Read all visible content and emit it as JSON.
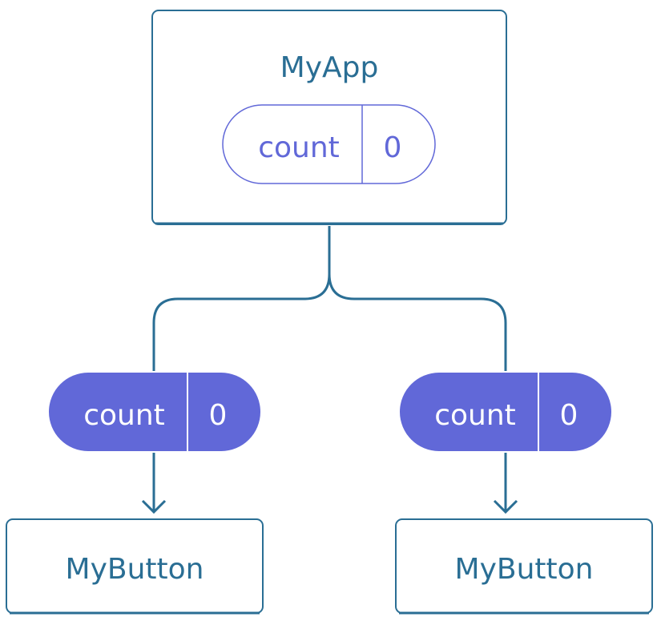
{
  "colors": {
    "primary": "#2a6e94",
    "accent": "#6168d8",
    "white": "#ffffff"
  },
  "parent": {
    "title": "MyApp",
    "state": {
      "label": "count",
      "value": "0"
    }
  },
  "props": [
    {
      "label": "count",
      "value": "0"
    },
    {
      "label": "count",
      "value": "0"
    }
  ],
  "children": [
    {
      "title": "MyButton"
    },
    {
      "title": "MyButton"
    }
  ]
}
